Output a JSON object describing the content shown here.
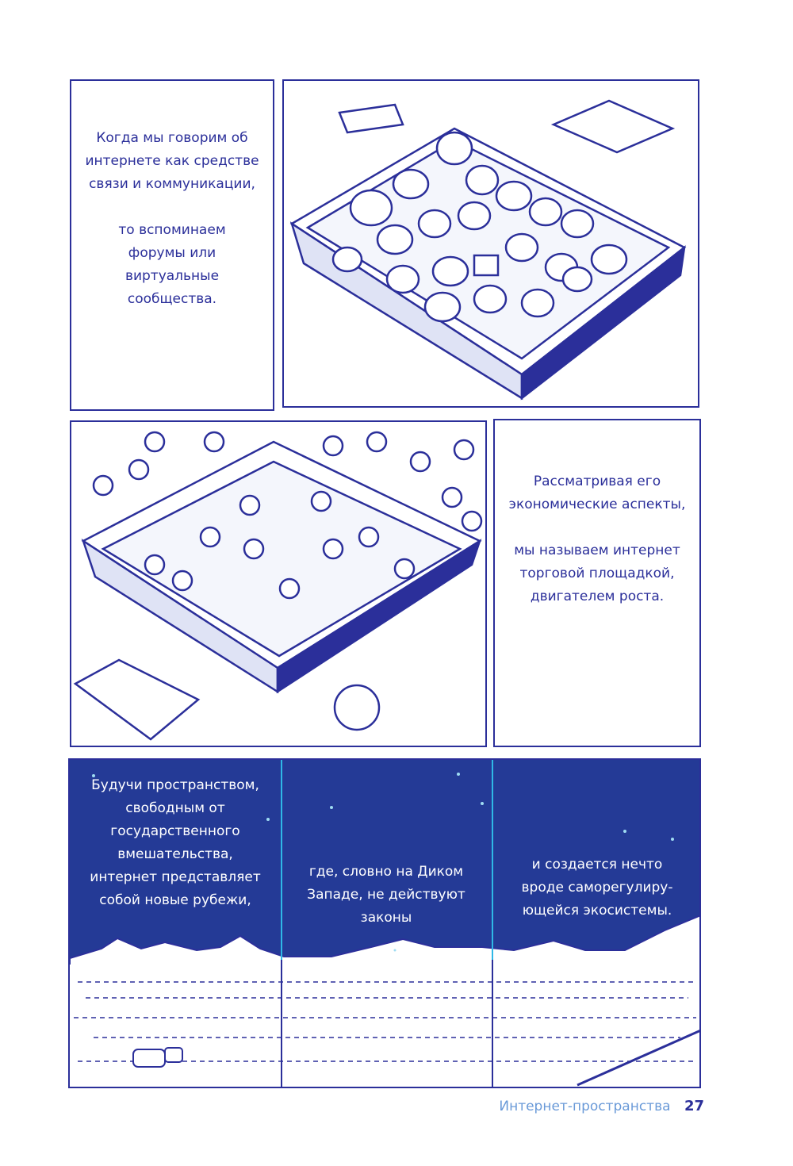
{
  "panel1": {
    "lines_a": [
      "Когда мы говорим об",
      "интернете как средстве",
      "связи и коммуникации,"
    ],
    "lines_b": [
      "то вспоминаем",
      "форумы или",
      "виртуальные",
      "сообщества."
    ]
  },
  "panel4": {
    "lines_a": [
      "Рассматривая его",
      "экономические аспекты,"
    ],
    "lines_b": [
      "мы называем интернет",
      "торговой площадкой,",
      "двигателем роста."
    ]
  },
  "night": {
    "col1": [
      "Будучи пространством,",
      "свободным от",
      "государственного",
      "вмешательства,",
      "интернет представляет",
      "собой новые рубежи,"
    ],
    "col2": [
      "где, словно на Диком",
      "Западе, не действуют",
      "законы"
    ],
    "col3": [
      "и создается нечто",
      "вроде саморегулиру-",
      "ющейся экосистемы."
    ]
  },
  "footer": {
    "section": "Интернет-пространства",
    "page": "27"
  },
  "colors": {
    "ink": "#2b2f9a",
    "sky": "#243a96",
    "accent": "#2fb8e6",
    "footer": "#6a9ad8"
  }
}
